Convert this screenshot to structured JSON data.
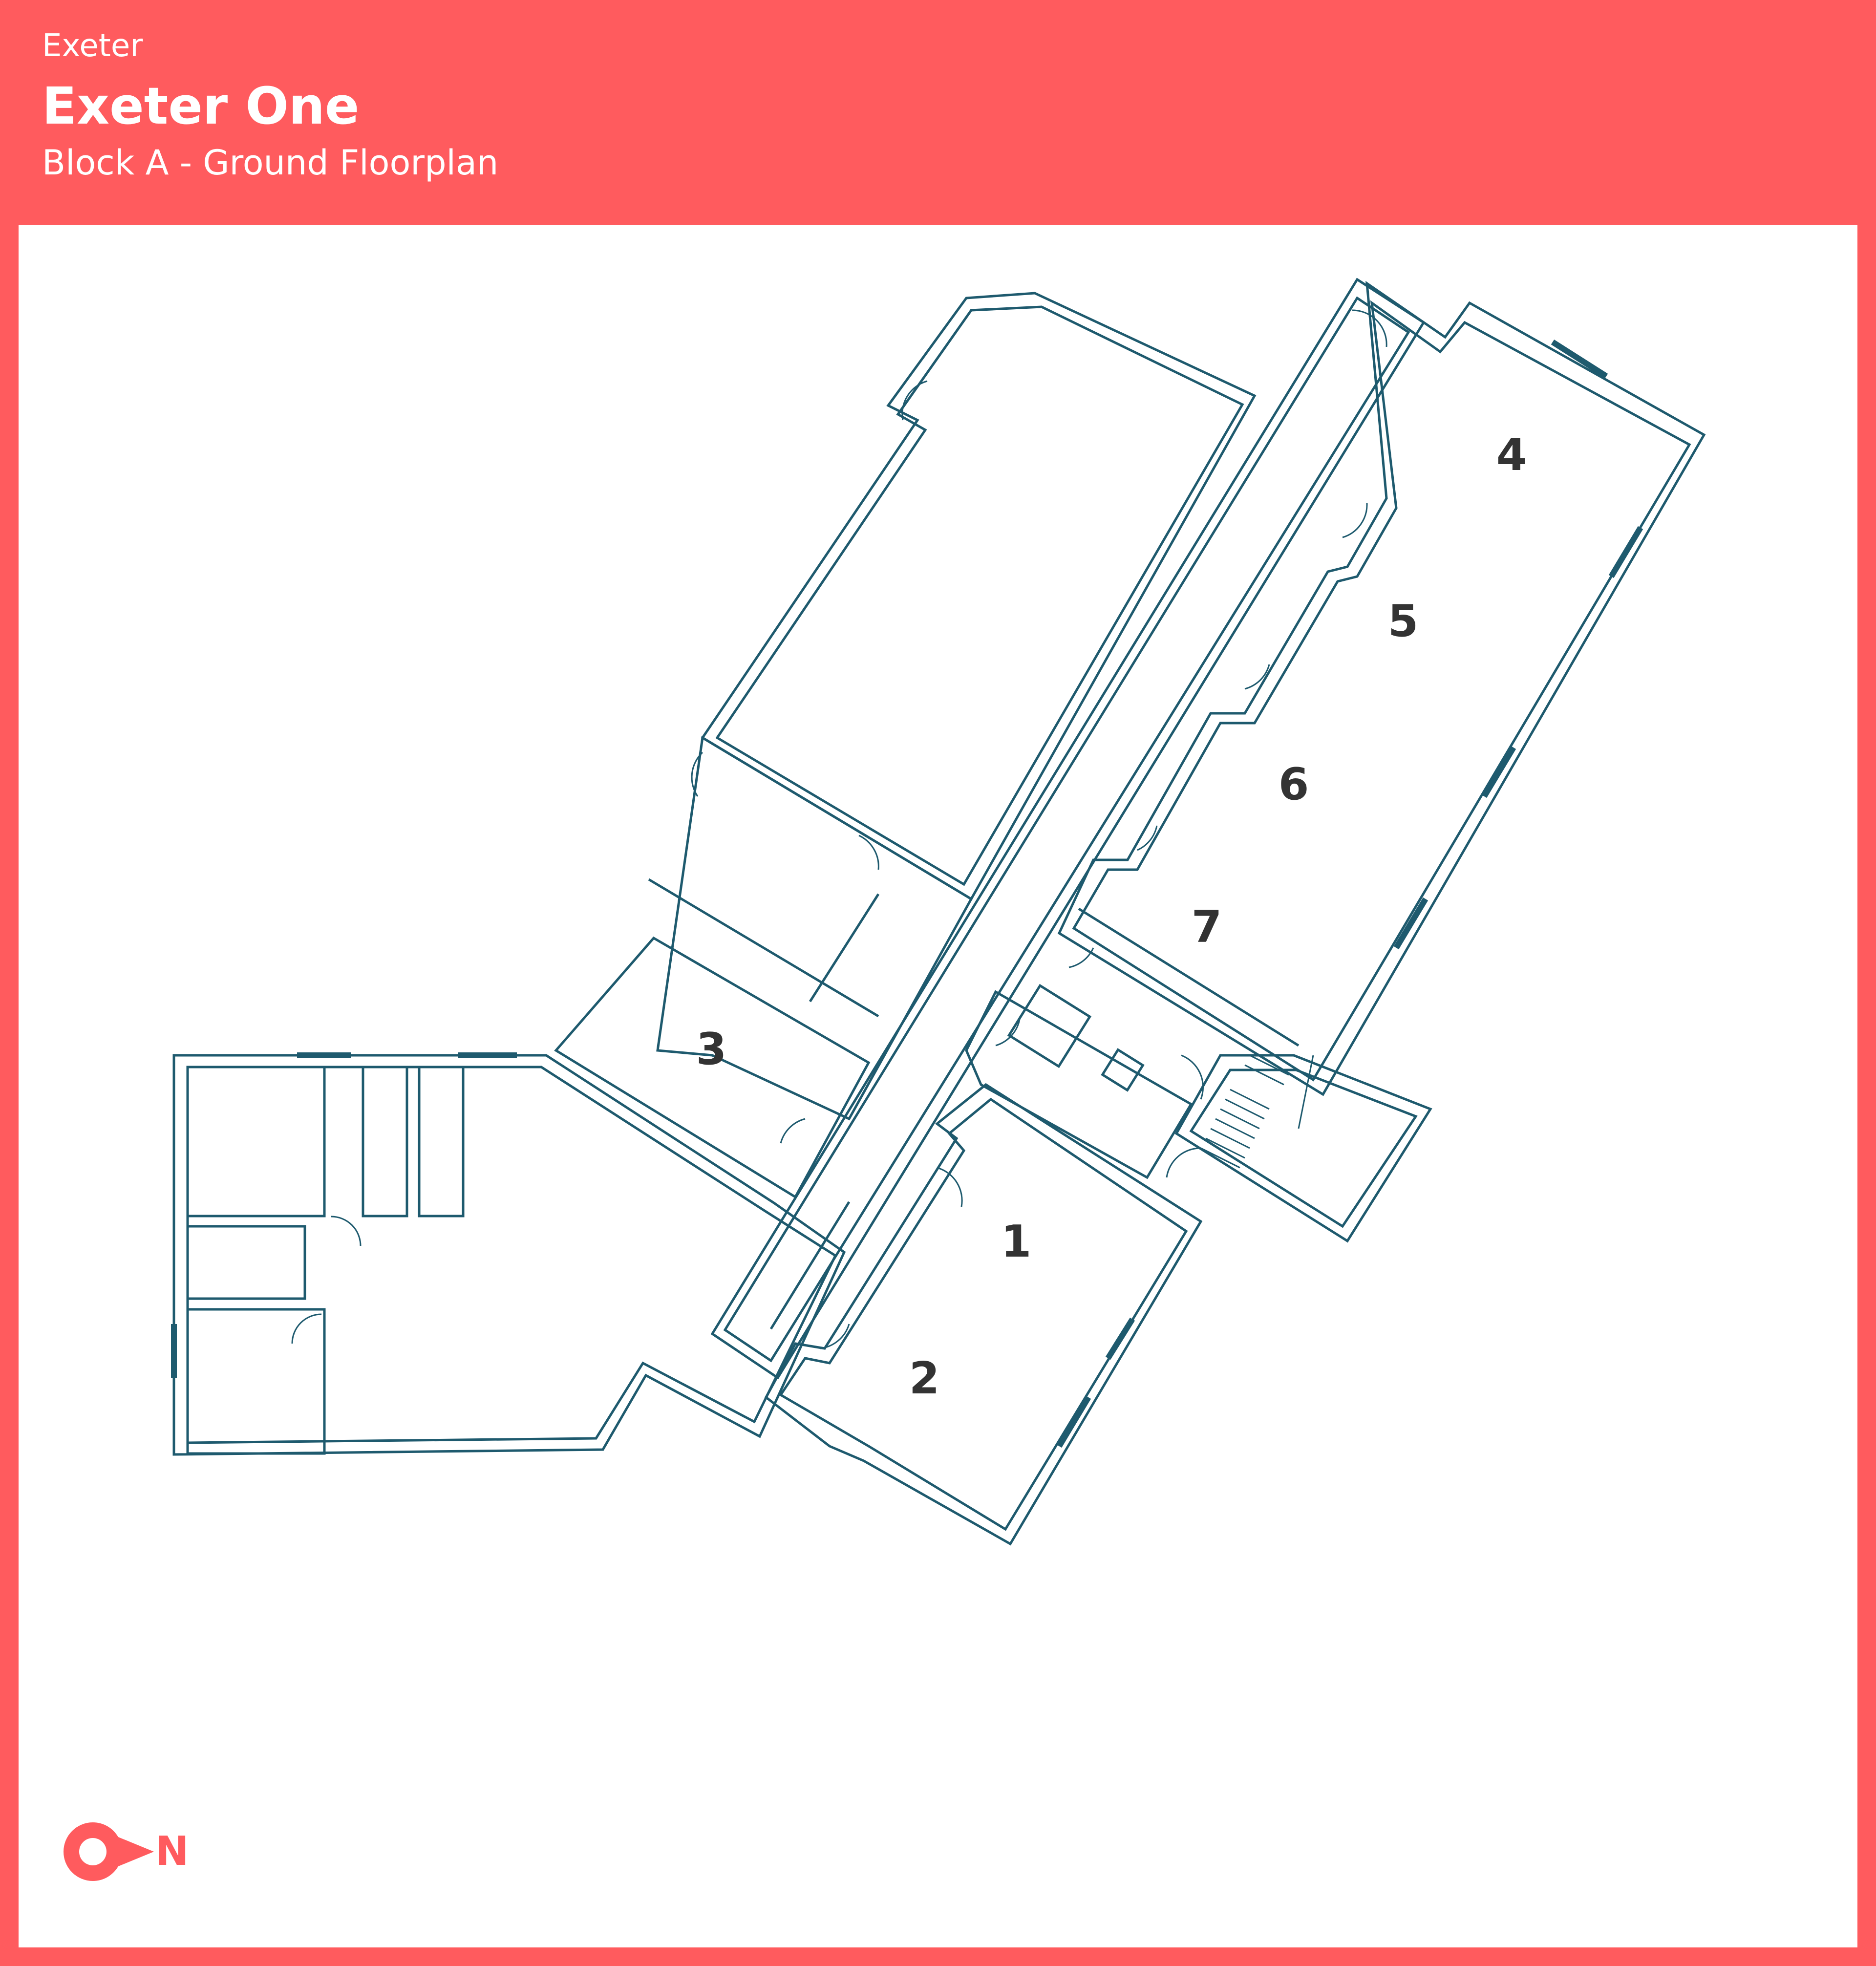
{
  "header": {
    "city": "Exeter",
    "title": "Exeter One",
    "subtitle": "Block A - Ground Floorplan"
  },
  "floorplan": {
    "room_labels": [
      "1",
      "2",
      "3",
      "4",
      "5",
      "6",
      "7"
    ]
  },
  "compass": {
    "label": "N",
    "icon": "north-arrow-icon"
  },
  "colors": {
    "brand": "#ff5b5e",
    "wall": "#1e5a6e",
    "label": "#333333",
    "panel": "#ffffff"
  }
}
